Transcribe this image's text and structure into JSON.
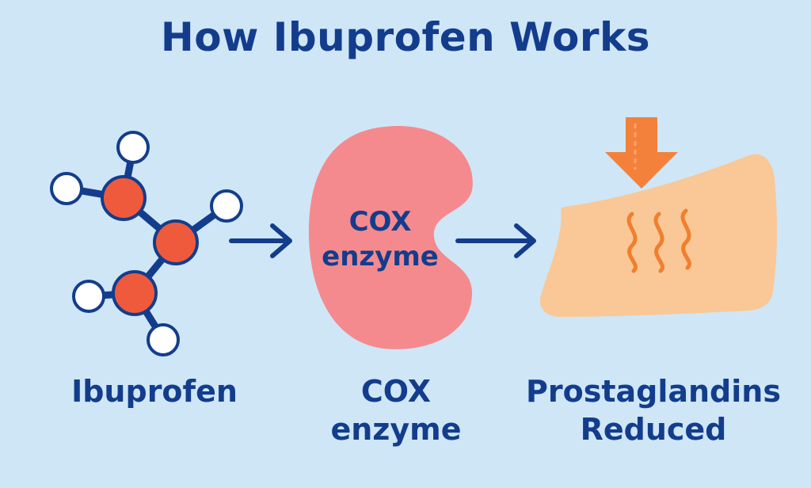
{
  "title": "How Ibuprofen Works",
  "steps": [
    {
      "label_lines": [
        "Ibuprofen"
      ]
    },
    {
      "inner_lines": [
        "COX",
        "enzyme"
      ],
      "label_lines": [
        "COX",
        "enzyme"
      ]
    },
    {
      "label_lines": [
        "Prostaglandins",
        "Reduced"
      ]
    }
  ],
  "icons": {
    "molecule": "ibuprofen-molecule-icon",
    "enzyme": "cox-enzyme-icon",
    "tissue": "inflamed-tissue-icon",
    "down_arrow": "down-arrow-icon",
    "flow_arrow": "right-arrow-icon",
    "heat": "heat-waves-icon"
  },
  "colors": {
    "background": "#cfe6f7",
    "text": "#133d8c",
    "atom_center": "#ef5a3c",
    "atom_outer": "#ffffff",
    "enzyme": "#f58a8e",
    "tissue": "#f9c896",
    "arrow_down": "#f4813b",
    "heat_lines": "#f07f2e"
  }
}
